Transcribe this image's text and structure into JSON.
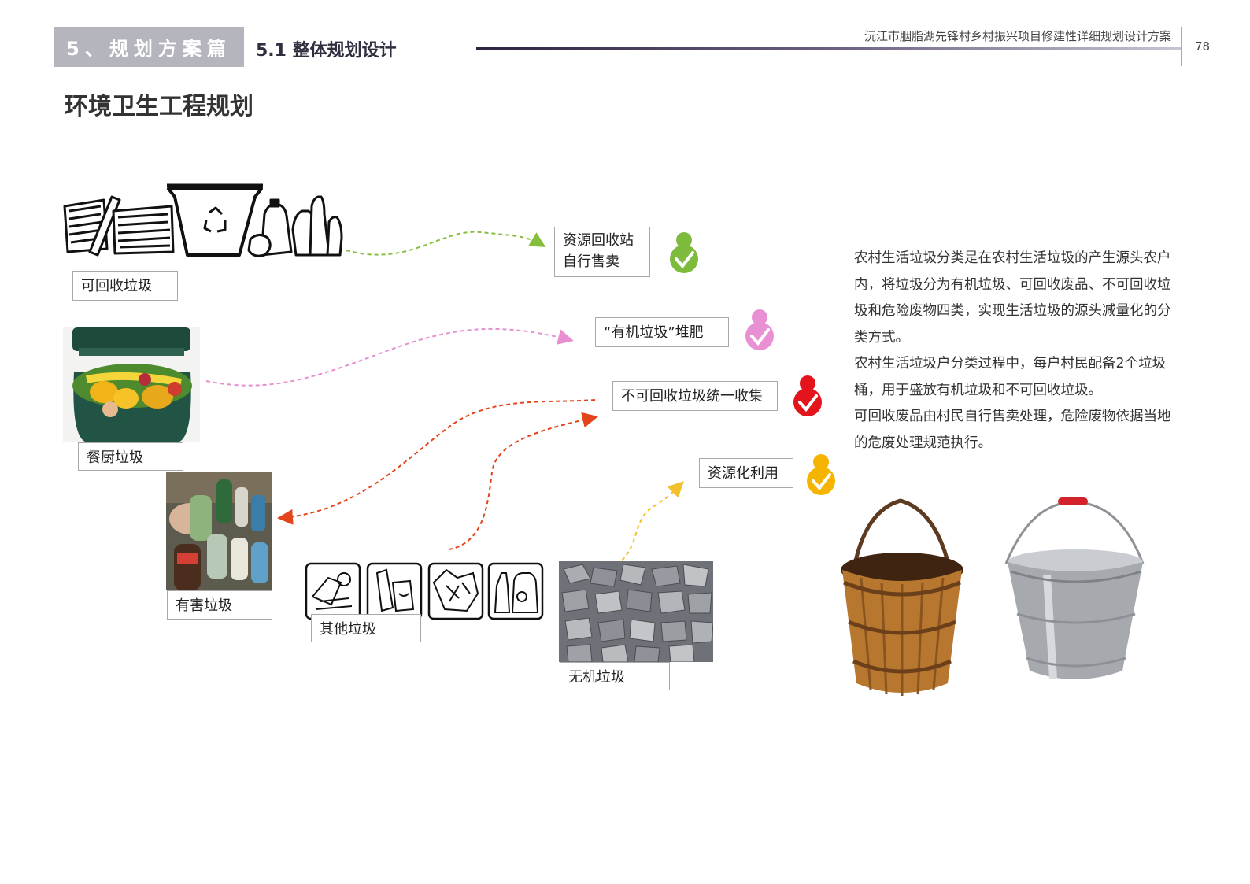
{
  "header": {
    "section_tag": "5、规划方案篇",
    "subsection": "5.1 整体规划设计",
    "doc_title": "沅江市胭脂湖先锋村乡村振兴项目修建性详细规划设计方案",
    "page_number": "78"
  },
  "page_title": "环境卫生工程规划",
  "waste_types": {
    "recyclable": "可回收垃圾",
    "kitchen": "餐厨垃圾",
    "hazardous": "有害垃圾",
    "other": "其他垃圾",
    "inorganic": "无机垃圾"
  },
  "destinations": {
    "recycle_station_line1": "资源回收站",
    "recycle_station_line2": "自行售卖",
    "compost": "“有机垃圾”堆肥",
    "unified_collection": "不可回收垃圾统一收集",
    "resource_use": "资源化利用"
  },
  "marker_colors": {
    "green": "#7dbb3c",
    "pink": "#e98fd3",
    "red": "#e3141c",
    "gold": "#f4b400"
  },
  "description": [
    "农村生活垃圾分类是在农村生活垃圾的产生源头农户内，将垃圾分为有机垃圾、可回收废品、不可回收垃圾和危险废物四类，实现生活垃圾的源头减量化的分类方式。",
    "农村生活垃圾户分类过程中，每户村民配备2个垃圾桶，用于盛放有机垃圾和不可回收垃圾。",
    "可回收废品由村民自行售卖处理，危险废物依据当地的危废处理规范执行。"
  ]
}
